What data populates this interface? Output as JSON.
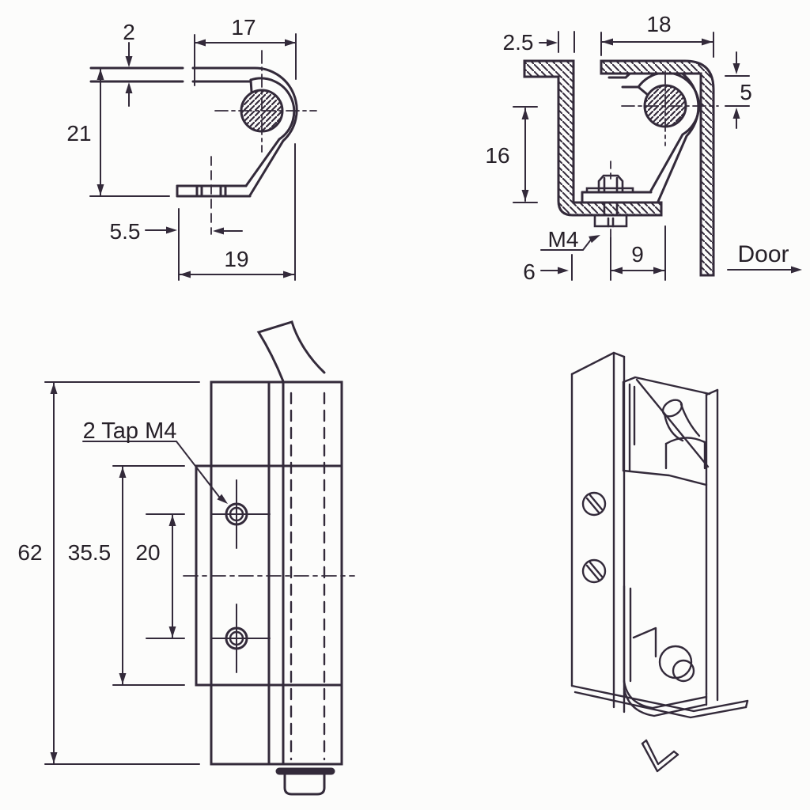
{
  "canvas": {
    "background": "#fcfcfb",
    "ink": "#332a3a"
  },
  "views": {
    "profile_section": {
      "dims": {
        "leaf_thickness": "2",
        "knuckle_span": "17",
        "leaf_height": "21",
        "hole_offset": "5.5",
        "leaf_width": "19"
      }
    },
    "mounted_section": {
      "dims": {
        "frame_thickness": "2.5",
        "top_span": "18",
        "pin_drop": "5",
        "mount_height": "16",
        "screw_size": "M4",
        "frame_offset": "6",
        "pin_to_screw": "9"
      },
      "door_label": "Door"
    },
    "front_elevation": {
      "tap_note": "2 Tap M4",
      "dims": {
        "overall_height": "62",
        "plate_height": "35.5",
        "hole_spacing": "20"
      }
    }
  }
}
